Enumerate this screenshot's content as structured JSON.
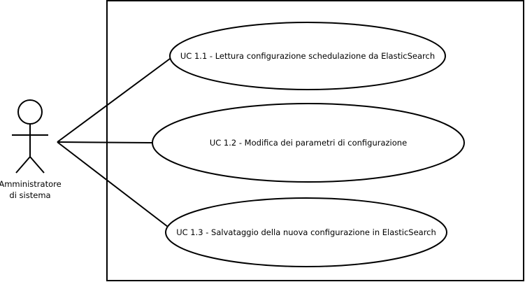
{
  "colors": {
    "stroke": "#000000",
    "fill": "#ffffff"
  },
  "actor": {
    "label_line1": "Amministratore",
    "label_line2": "di sistema"
  },
  "use_cases": [
    {
      "label": "UC 1.1 - Lettura configurazione schedulazione da ElasticSearch"
    },
    {
      "label": "UC 1.2 - Modifica dei parametri di configurazione"
    },
    {
      "label": "UC 1.3 - Salvataggio della nuova configurazione in ElasticSearch"
    }
  ]
}
